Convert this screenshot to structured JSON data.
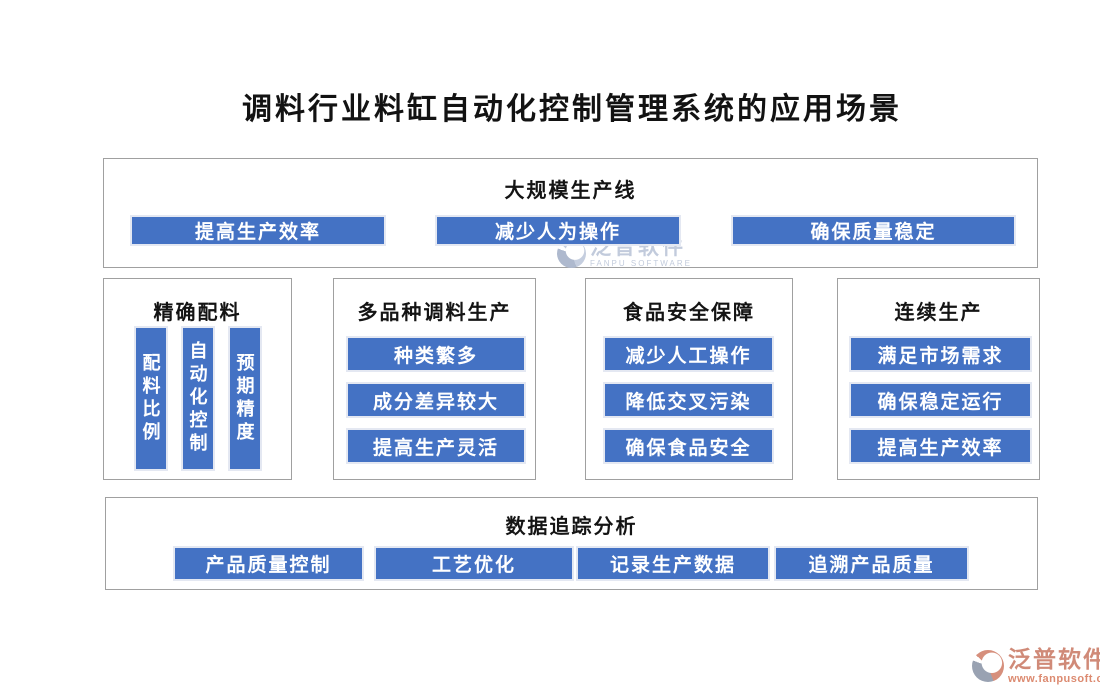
{
  "page": {
    "title": "调料行业料缸自动化控制管理系统的应用场景"
  },
  "colors": {
    "accent": "#4472C4",
    "box_border": "#a0a0a0",
    "watermark_blue": "#c2cbdc",
    "brand_salmon": "#d08a78"
  },
  "sections": {
    "top": {
      "title": "大规模生产线",
      "items": [
        "提高生产效率",
        "减少人为操作",
        "确保质量稳定"
      ]
    },
    "precise": {
      "title": "精确配料",
      "items": [
        "配料比例",
        "自动化控制",
        "预期精度"
      ]
    },
    "variety": {
      "title": "多品种调料生产",
      "items": [
        "种类繁多",
        "成分差异较大",
        "提高生产灵活"
      ]
    },
    "safety": {
      "title": "食品安全保障",
      "items": [
        "减少人工操作",
        "降低交叉污染",
        "确保食品安全"
      ]
    },
    "continuous": {
      "title": "连续生产",
      "items": [
        "满足市场需求",
        "确保稳定运行",
        "提高生产效率"
      ]
    },
    "data": {
      "title": "数据追踪分析",
      "items": [
        "产品质量控制",
        "工艺优化",
        "记录生产数据",
        "追溯产品质量"
      ]
    }
  },
  "watermarks": {
    "center": {
      "brand": "泛普软件",
      "subtitle": "FANPU SOFTWARE"
    },
    "corner": {
      "brand": "泛普软件",
      "subtitle": "www.fanpusoft.com"
    }
  }
}
